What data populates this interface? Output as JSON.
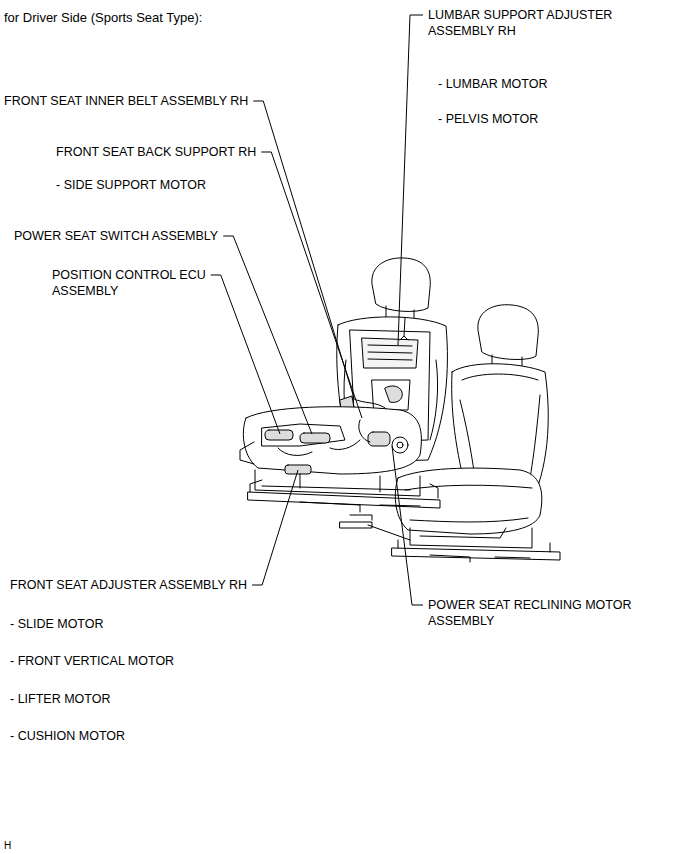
{
  "diagram": {
    "title": "for Driver Side (Sports Seat Type):",
    "labels": [
      "LUMBAR SUPPORT ADJUSTER ASSEMBLY RH",
      "- LUMBAR MOTOR",
      "- PELVIS MOTOR",
      "FRONT SEAT INNER BELT ASSEMBLY RH",
      "FRONT SEAT BACK SUPPORT RH",
      "- SIDE SUPPORT MOTOR",
      "POWER SEAT SWITCH ASSEMBLY",
      "POSITION CONTROL ECU ASSEMBLY",
      "FRONT SEAT ADJUSTER ASSEMBLY RH",
      "- SLIDE MOTOR",
      "- FRONT VERTICAL MOTOR",
      "- LIFTER MOTOR",
      "- CUSHION MOTOR",
      "POWER SEAT RECLINING MOTOR ASSEMBLY",
      "H"
    ]
  }
}
